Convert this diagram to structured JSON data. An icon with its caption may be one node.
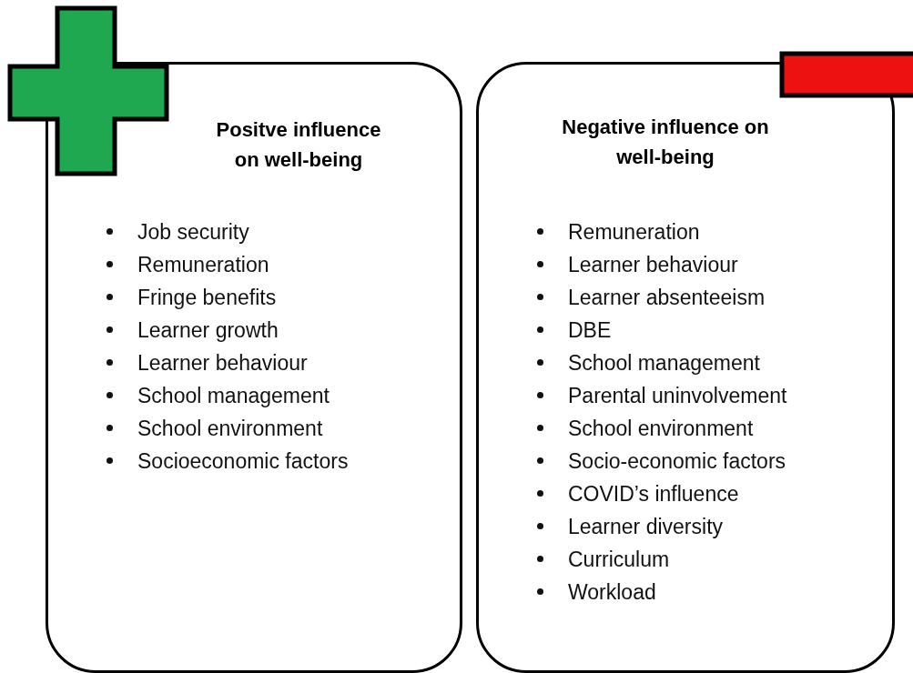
{
  "diagram": {
    "nodes": [
      {
        "text": [
          "Positve influence on well-being",
          "Job security",
          "Remuneration",
          "Fringe benefits",
          "Learner growth",
          "Learner behaviour",
          "School management",
          "School environment",
          "Socioeconomic factors"
        ]
      },
      {
        "text": [
          "Negative influence on well-being",
          "Remuneration",
          "Learner behaviour",
          "Learner absenteeism",
          "DBE",
          "School management",
          "Parental uninvolvement",
          "School environment",
          "Socio-economic factors",
          "COVID’s influence",
          "Learner diversity",
          "Curriculum",
          "Workload"
        ]
      }
    ]
  }
}
